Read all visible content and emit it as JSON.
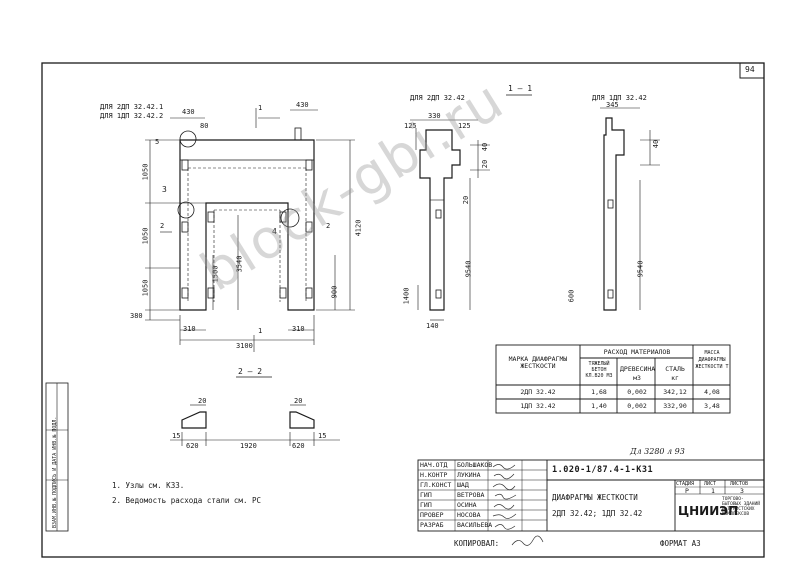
{
  "sheet_number": "94",
  "drawing": {
    "labels_left": [
      "ДЛЯ 2ДП 32.42.1",
      "ДЛЯ 1ДП 32.42.2"
    ],
    "label_mid": "ДЛЯ 2ДП 32.42",
    "label_right": "ДЛЯ 1ДП 32.42",
    "section_1": "1 — 1",
    "section_2": "2 — 2",
    "marks": {
      "one": "1",
      "two": "2",
      "three": "3",
      "four": "4",
      "five": "5"
    },
    "dims": {
      "d430a": "430",
      "d430b": "430",
      "d80": "80",
      "d1050a": "1050",
      "d1050b": "1050",
      "d1050c": "1050",
      "d1500": "1500",
      "d3540": "3540",
      "d4120": "4120",
      "d380": "380",
      "d900": "900",
      "d310a": "310",
      "d310b": "310",
      "d3100": "3100",
      "d330": "330",
      "d125a": "125",
      "d125b": "125",
      "d20a": "20",
      "d20b": "20",
      "d40a": "40",
      "d40b": "40",
      "d9540a": "9540",
      "d9540b": "9540",
      "d140": "140",
      "d1400": "1400",
      "d345": "345",
      "d600": "600",
      "s15a": "15",
      "s15b": "15",
      "s20a": "20",
      "s20b": "20",
      "s620a": "620",
      "s620b": "620",
      "s1920": "1920"
    }
  },
  "table": {
    "h_mark": "МАРКА ДИАФРАГМЫ ЖЕСТКОСТИ",
    "h_materials": "РАСХОД МАТЕРИАЛОВ",
    "h_concrete": "ТЯЖЕЛЫЙ БЕТОН КЛ.В20 М3",
    "h_concrete_unit": "м3",
    "h_timber": "ДРЕВЕСИНА",
    "h_timber_unit": "м3",
    "h_steel": "СТАЛЬ",
    "h_steel_unit": "кг",
    "h_mass": "МАССА ДИАФРАГМЫ ЖЕСТКОСТИ Т",
    "rows": [
      {
        "mark": "2ДП 32.42",
        "concrete": "1,68",
        "timber": "0,002",
        "steel": "342,12",
        "mass": "4,08"
      },
      {
        "mark": "1ДП 32.42",
        "concrete": "1,40",
        "timber": "0,002",
        "steel": "332,90",
        "mass": "3,48"
      }
    ]
  },
  "notes": [
    "1. Узлы см. К33.",
    "2. Ведомость расхода стали см. РС"
  ],
  "handwritten_note": "Дл 3280 л 93",
  "title_block": {
    "code": "1.020-1/87.4-1-К31",
    "title": "ДИАФРАГМЫ ЖЕСТКОСТИ",
    "subtitle": "2ДП 32.42; 1ДП 32.42",
    "stage_h": "СТАДИЯ",
    "sheet_h": "ЛИСТ",
    "sheets_h": "ЛИСТОВ",
    "stage": "Р",
    "sheet": "1",
    "sheets": "3",
    "org": "ЦНИИЭП",
    "org_sub": "ТОРГОВО-БЫТОВЫХ ЗДАНИЙ И ТУРИСТСКИХ КОМПЛЕКСОВ",
    "signers": [
      {
        "role": "НАЧ.ОТД",
        "name": "БОЛЬШАКОВ"
      },
      {
        "role": "Н.КОНТР",
        "name": "ЛУКИНА"
      },
      {
        "role": "ГЛ.КОНСТ",
        "name": "ШАД"
      },
      {
        "role": "ГИП",
        "name": "ВЕТРОВА"
      },
      {
        "role": "ГИП",
        "name": "ОСИНА"
      },
      {
        "role": "ПРОВЕР",
        "name": "НОСОВА"
      },
      {
        "role": "РАЗРАБ",
        "name": "ВАСИЛЬЕВА"
      }
    ]
  },
  "side_stamp": "ВЗАМ.ИНВ.№ ПОДПИСЬ И ДАТА ИНВ.№ ПОДЛ.",
  "footer_copied": "КОПИРОВАЛ:",
  "footer_format": "ФОРМАТ А3",
  "watermark": "block-gbi.ru"
}
